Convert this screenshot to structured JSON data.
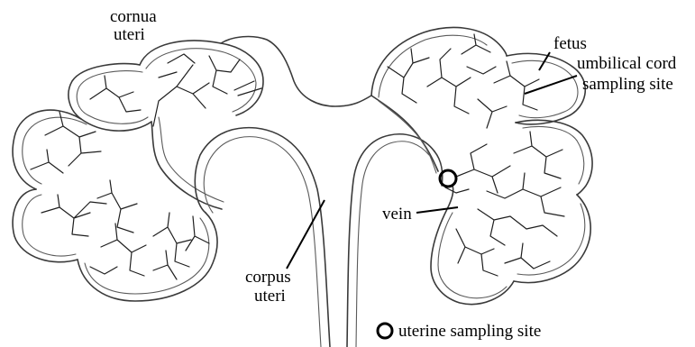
{
  "labels": {
    "cornua_line1": "cornua",
    "cornua_line2": "uteri",
    "fetus": "fetus",
    "umbilical_line1": "umbilical cord",
    "umbilical_line2": "sampling site",
    "vein": "vein",
    "corpus_line1": "corpus",
    "corpus_line2": "uteri"
  },
  "legend": {
    "uterine_sampling_site": "uterine sampling site"
  },
  "colors": {
    "line": "#3a3a3a",
    "label": "#000000",
    "background": "#ffffff"
  }
}
